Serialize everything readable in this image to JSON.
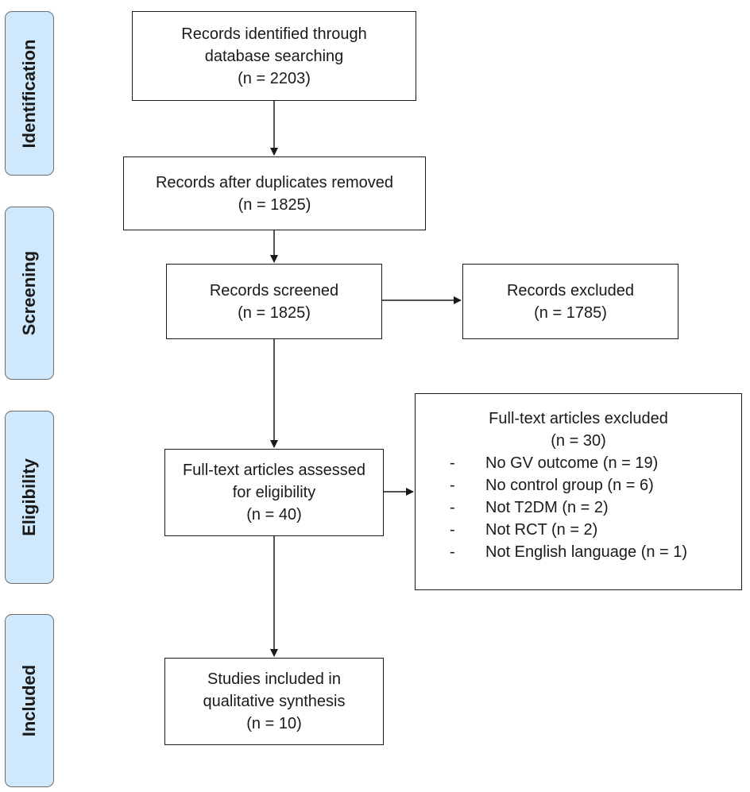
{
  "phases": {
    "identification": "Identification",
    "screening": "Screening",
    "eligibility": "Eligibility",
    "included": "Included"
  },
  "boxes": {
    "identified": {
      "line1": "Records identified through",
      "line2": "database searching",
      "count": "(n = 2203)"
    },
    "deduplicated": {
      "line1": "Records after duplicates removed",
      "count": "(n = 1825)"
    },
    "screened": {
      "line1": "Records screened",
      "count": "(n = 1825)"
    },
    "screen_excluded": {
      "line1": "Records excluded",
      "count": "(n = 1785)"
    },
    "fulltext": {
      "line1": "Full-text articles assessed",
      "line2": "for eligibility",
      "count": "(n = 40)"
    },
    "fulltext_excluded": {
      "title": "Full-text articles excluded",
      "count": "(n = 30)",
      "bullet": "-",
      "reasons": [
        "No GV outcome (n = 19)",
        "No control group (n = 6)",
        "Not T2DM (n = 2)",
        "Not RCT (n = 2)",
        "Not English language (n = 1)"
      ]
    },
    "included": {
      "line1": "Studies included in",
      "line2": "qualitative synthesis",
      "count": "(n = 10)"
    }
  }
}
